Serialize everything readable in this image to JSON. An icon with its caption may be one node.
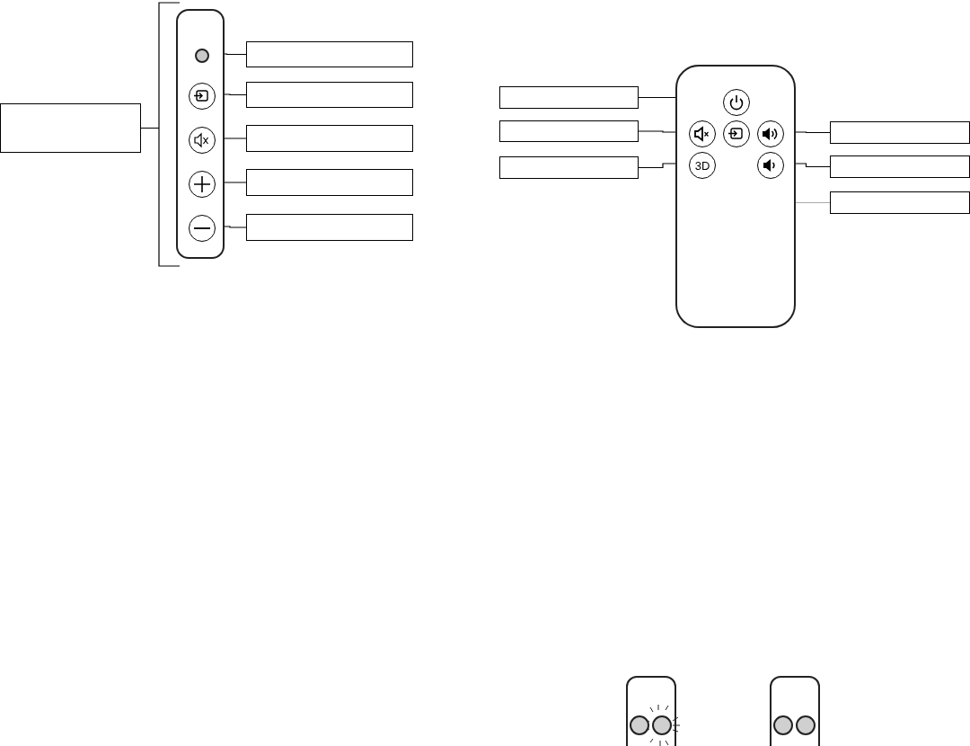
{
  "diagram": {
    "nodes": [
      {
        "text": [],
        "shape": "box"
      },
      {
        "text": [],
        "shape": "picture"
      },
      {
        "text": [],
        "shape": "circle",
        "in": 1
      },
      {
        "text": [],
        "shape": "circle",
        "in": 1
      },
      {
        "text": [],
        "shape": "circle",
        "in": 1
      },
      {
        "text": [],
        "shape": "circle",
        "in": 1
      },
      {
        "text": [],
        "shape": "circle",
        "in": 1
      },
      {
        "text": [],
        "shape": "box"
      },
      {
        "text": [],
        "shape": "box"
      },
      {
        "text": [],
        "shape": "box"
      },
      {
        "text": [],
        "shape": "box"
      },
      {
        "text": [],
        "shape": "box"
      },
      {
        "text": [],
        "shape": "picture"
      },
      {
        "text": [],
        "shape": "circle",
        "in": 12
      },
      {
        "text": [],
        "shape": "circle",
        "in": 12
      },
      {
        "text": [],
        "shape": "circle",
        "in": 12
      },
      {
        "text": [],
        "shape": "circle",
        "in": 12
      },
      {
        "text": [
          "3D"
        ],
        "in": 12
      },
      {
        "text": [],
        "shape": "circle",
        "in": 12
      },
      {
        "text": [],
        "shape": "box"
      },
      {
        "text": [],
        "shape": "box"
      },
      {
        "text": [],
        "shape": "box"
      },
      {
        "text": [],
        "shape": "box"
      },
      {
        "text": [],
        "shape": "box"
      },
      {
        "text": [],
        "shape": "box"
      }
    ],
    "edges": [
      {
        "from": 0,
        "to": 1,
        "arrow": "none"
      },
      {
        "from": 2,
        "to": 7,
        "arrow": "none"
      },
      {
        "from": 3,
        "to": 8,
        "arrow": "none"
      },
      {
        "from": 4,
        "to": 9,
        "arrow": "none"
      },
      {
        "from": 5,
        "to": 10,
        "arrow": "none"
      },
      {
        "from": 6,
        "to": 11,
        "arrow": "none"
      },
      {
        "from": 19,
        "to": 13,
        "arrow": "none"
      },
      {
        "from": 20,
        "to": 14,
        "arrow": "none"
      },
      {
        "from": 21,
        "to": 17,
        "arrow": "none"
      },
      {
        "from": 22,
        "to": 16,
        "arrow": "none"
      },
      {
        "from": 23,
        "to": 18,
        "arrow": "none"
      },
      {
        "from": 24,
        "to": 15,
        "arrow": "none",
        "color": "#aaaaaa"
      }
    ]
  }
}
